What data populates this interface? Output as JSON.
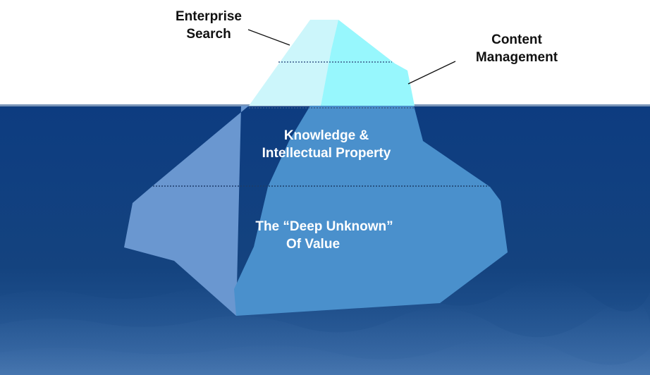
{
  "diagram": {
    "labels": {
      "enterprise_search": {
        "line1": "Enterprise",
        "line2": "Search"
      },
      "content_management": {
        "line1": "Content",
        "line2": "Management"
      },
      "knowledge": {
        "line1": "Knowledge &",
        "line2": "Intellectual Property"
      },
      "deep_unknown": {
        "line1": "The “Deep Unknown”",
        "line2": "Of Value"
      }
    },
    "colors": {
      "sky": "#ffffff",
      "sea_top": "#0d3c80",
      "sea_bottom": "#2a5d9a",
      "ice_above_light": "#ccf6fb",
      "ice_above_face": "#97f7fd",
      "ice_below_light": "#6a97d0",
      "ice_below_face": "#4a90cc",
      "dotted_line": "#3a5a8a",
      "leader_line": "#111111"
    }
  }
}
